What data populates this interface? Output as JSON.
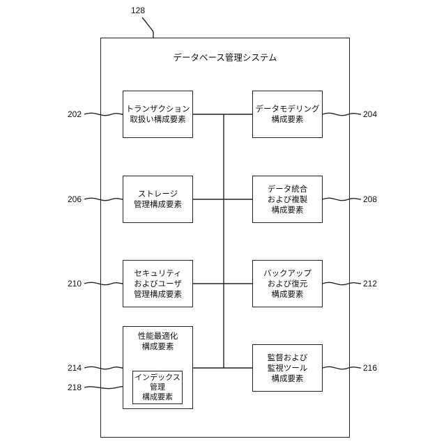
{
  "system": {
    "ref": "128",
    "title": "データベース管理システム"
  },
  "components": [
    {
      "id": "transaction",
      "ref": "202",
      "lines": [
        "トランザクション",
        "取扱い構成要素"
      ]
    },
    {
      "id": "modeling",
      "ref": "204",
      "lines": [
        "データモデリング",
        "構成要素"
      ]
    },
    {
      "id": "storage",
      "ref": "206",
      "lines": [
        "ストレージ",
        "管理構成要素"
      ]
    },
    {
      "id": "integration",
      "ref": "208",
      "lines": [
        "データ統合",
        "および複製",
        "構成要素"
      ]
    },
    {
      "id": "security",
      "ref": "210",
      "lines": [
        "セキュリティ",
        "およびユーザ",
        "管理構成要素"
      ]
    },
    {
      "id": "backup",
      "ref": "212",
      "lines": [
        "バックアップ",
        "および復元",
        "構成要素"
      ]
    },
    {
      "id": "performance",
      "ref": "214",
      "lines": [
        "性能最適化",
        "構成要素"
      ]
    },
    {
      "id": "monitoring",
      "ref": "216",
      "lines": [
        "監督および",
        "監視ツール",
        "構成要素"
      ]
    },
    {
      "id": "index",
      "ref": "218",
      "lines": [
        "インデックス",
        "管理",
        "構成要素"
      ]
    }
  ]
}
